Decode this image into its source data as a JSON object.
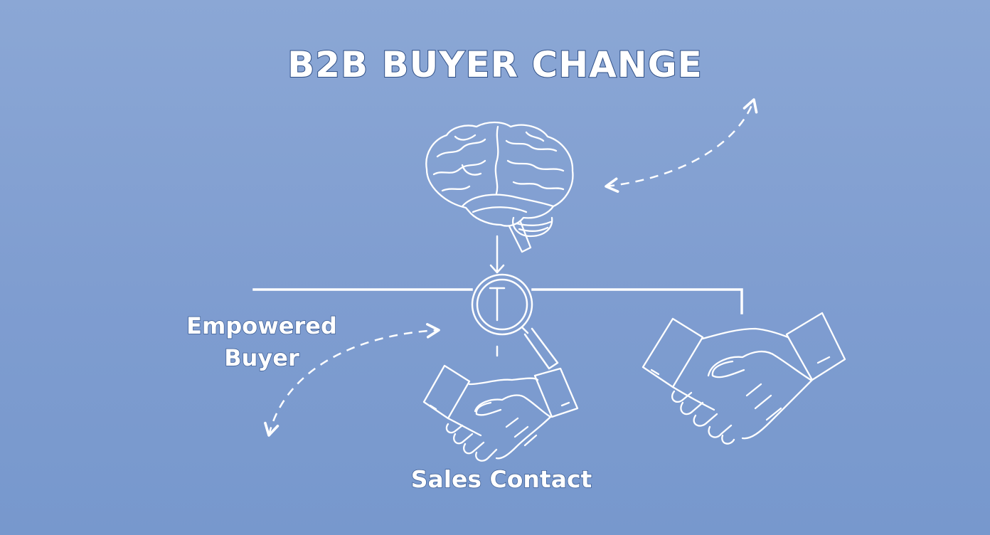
{
  "diagram": {
    "title": "B2B BUYER CHANGE",
    "labels": {
      "empowered_buyer": "Empowered\nBuyer",
      "empowered_buyer_line1": "Empowered",
      "empowered_buyer_line2": "Buyer",
      "sales_contact": "Sales Contact"
    },
    "icons": [
      "brain-icon",
      "magnifier-icon",
      "handshake-icon",
      "handshake-icon",
      "dashed-arrow-icon"
    ],
    "colors": {
      "background_top": "#8ba7d5",
      "background_bottom": "#7798cd",
      "line": "#ffffff",
      "text_outline": "#2f4f86"
    }
  }
}
